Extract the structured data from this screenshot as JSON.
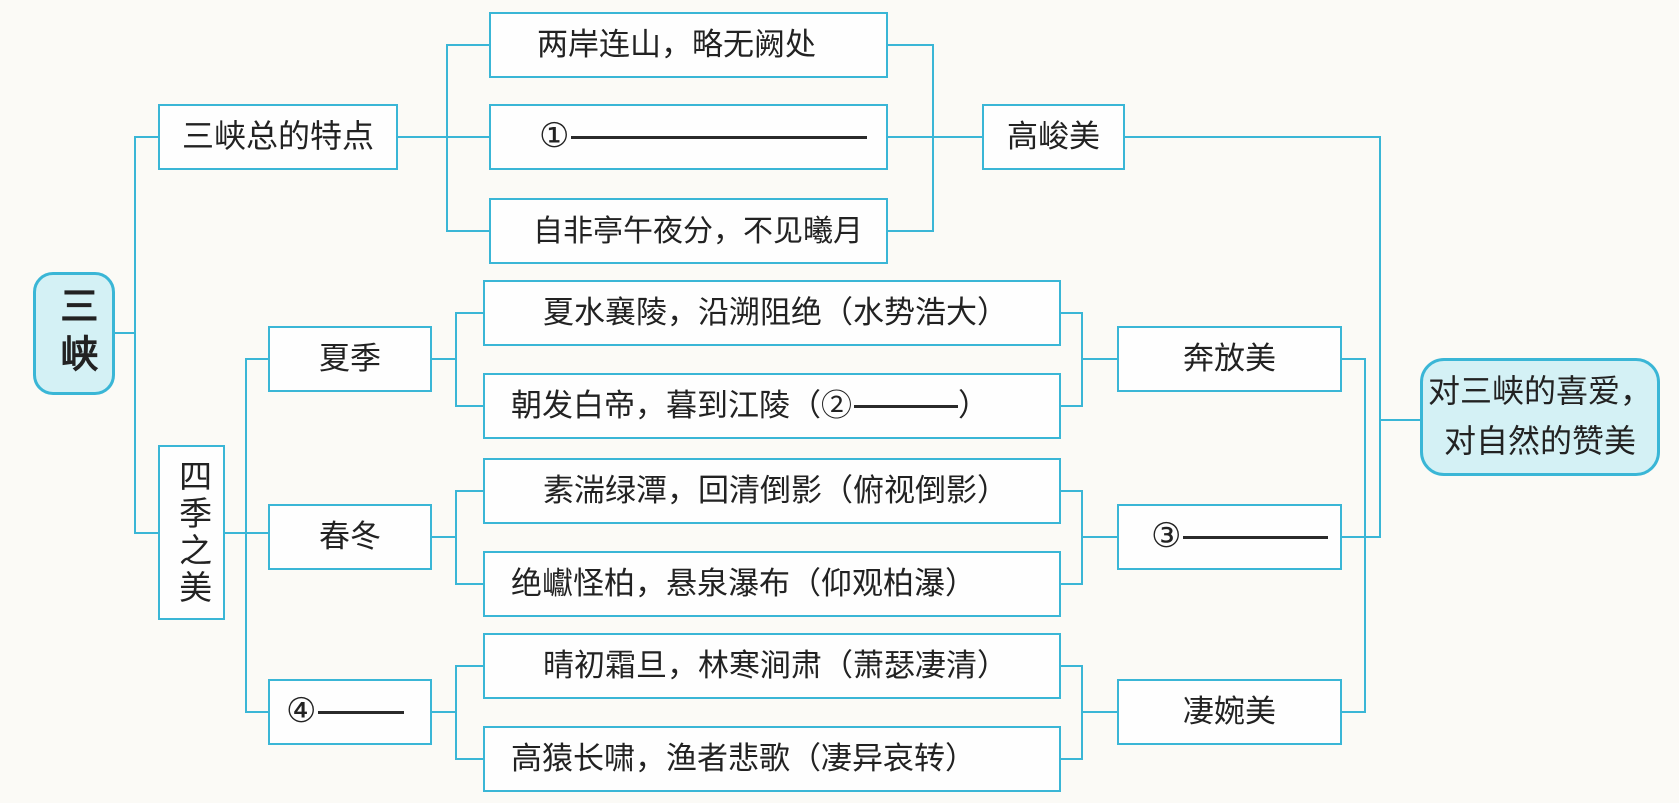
{
  "diagram": {
    "root": "三峡",
    "general": {
      "label": "三峡总的特点",
      "item1": "两岸连山，略无阙处",
      "blank1_marker": "①",
      "item3": "自非亭午夜分，不见曦月",
      "result": "高峻美"
    },
    "seasons": {
      "label": "四季之美",
      "summer": {
        "label": "夏季",
        "item1": "夏水襄陵，沿溯阻绝（水势浩大）",
        "item2_prefix": "朝发白帝，暮到江陵（②",
        "item2_suffix": "）",
        "result": "奔放美"
      },
      "spring_winter": {
        "label": "春冬",
        "item1": "素湍绿潭，回清倒影（俯视倒影）",
        "item2": "绝巘怪柏，悬泉瀑布（仰观柏瀑）",
        "result_marker": "③"
      },
      "autumn": {
        "label_marker": "④",
        "item1": "晴初霜旦，林寒涧肃（萧瑟凄清）",
        "item2": "高猿长啸，渔者悲歌（凄异哀转）",
        "result": "凄婉美"
      }
    },
    "conclusion": {
      "line1": "对三峡的喜爱，",
      "line2": "对自然的赞美"
    },
    "colors": {
      "accent": "#3ab6d6",
      "node_fill": "#d4f1f5",
      "text": "#222222"
    }
  }
}
